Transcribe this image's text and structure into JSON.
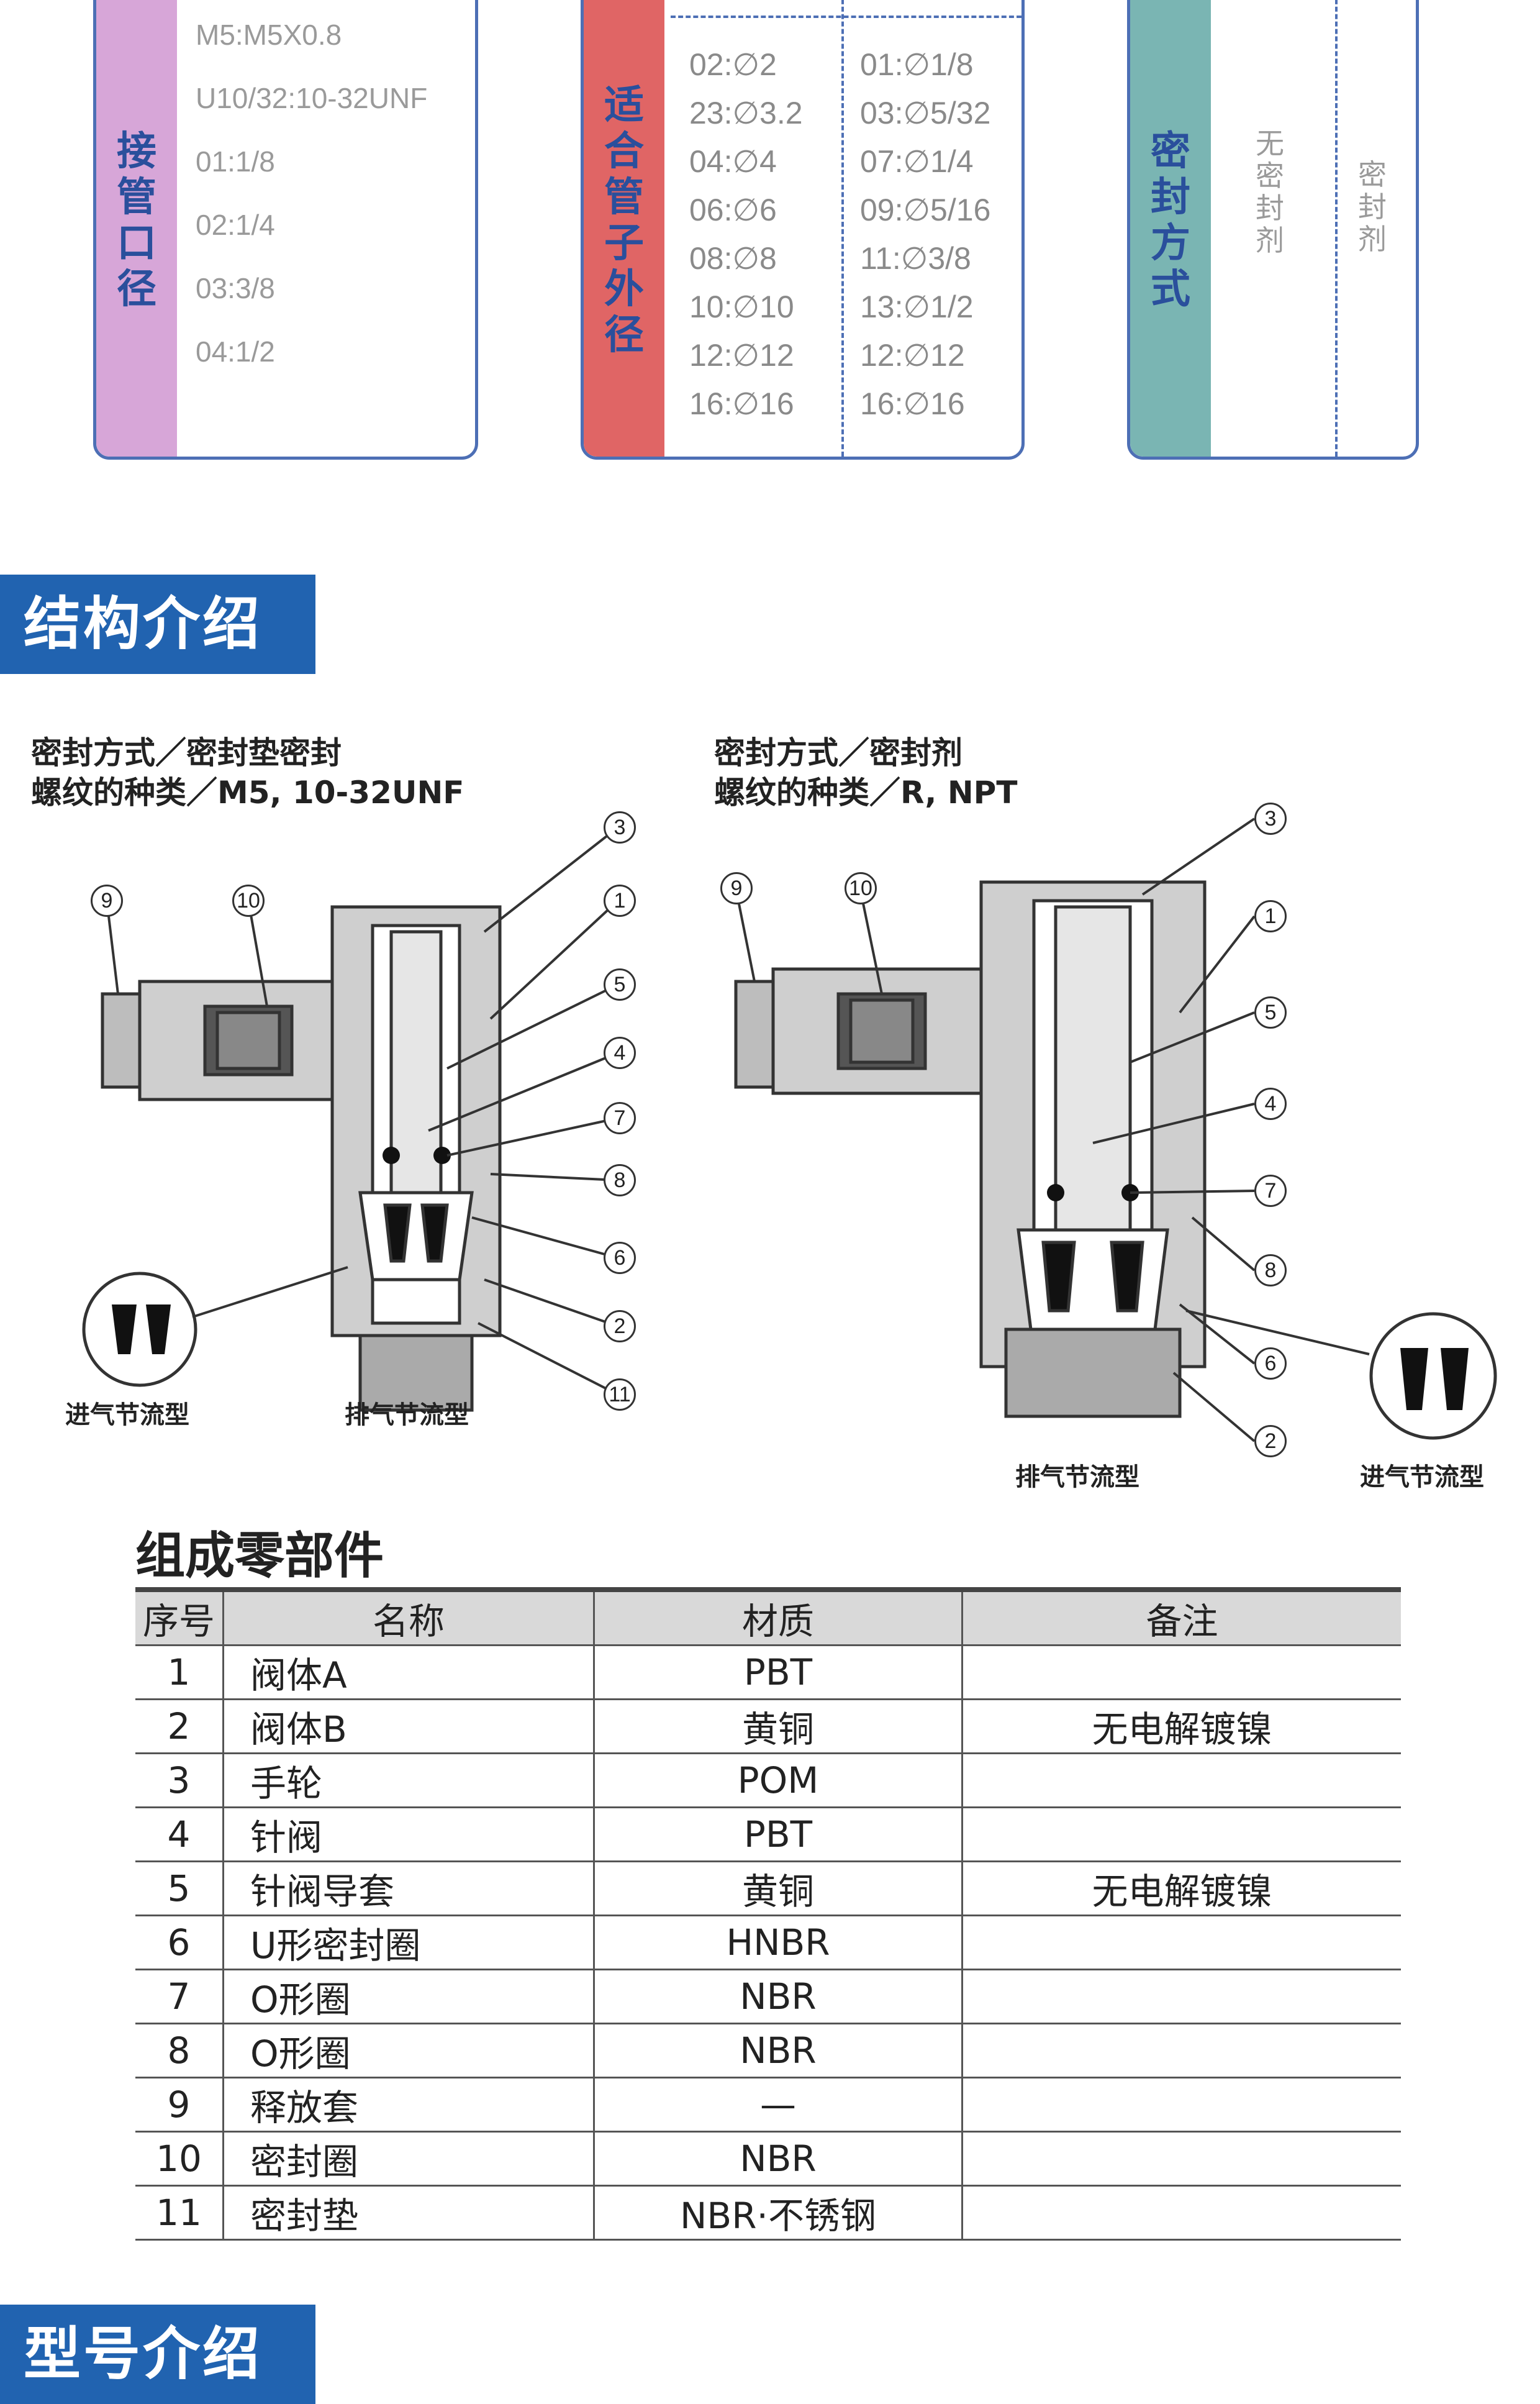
{
  "panels": {
    "thread": {
      "title_chars": [
        "接",
        "管",
        "口",
        "径"
      ],
      "items": [
        "M5:M5X0.8",
        "U10/32:10-32UNF",
        "01:1/8",
        "02:1/4",
        "03:3/8",
        "04:1/2"
      ]
    },
    "tube": {
      "title_chars": [
        "适",
        "合",
        "管",
        "子",
        "外",
        "径"
      ],
      "metric": [
        "02:∅2",
        "23:∅3.2",
        "04:∅4",
        "06:∅6",
        "08:∅8",
        "10:∅10",
        "12:∅12",
        "16:∅16"
      ],
      "inch": [
        "01:∅1/8",
        "03:∅5/32",
        "07:∅1/4",
        "09:∅5/16",
        "11:∅3/8",
        "13:∅1/2",
        "12:∅12",
        "16:∅16"
      ]
    },
    "seal": {
      "title_chars": [
        "密",
        "封",
        "方",
        "式"
      ],
      "option1_chars": [
        "无",
        "密",
        "封",
        "剂"
      ],
      "option2_chars": [
        "密",
        "封",
        "剂"
      ]
    }
  },
  "sections": {
    "structure": "结构介绍",
    "model": "型号介绍"
  },
  "diagrams": {
    "left": {
      "caption_line1": "密封方式／密封垫密封",
      "caption_line2": "螺纹的种类／M5, 10-32UNF",
      "label_in": "进气节流型",
      "label_out": "排气节流型"
    },
    "right": {
      "caption_line1": "密封方式／密封剂",
      "caption_line2": "螺纹的种类／R, NPT",
      "label_in": "进气节流型",
      "label_out": "排气节流型"
    },
    "numbers": [
      "1",
      "2",
      "3",
      "4",
      "5",
      "6",
      "7",
      "8",
      "9",
      "10",
      "11"
    ]
  },
  "parts_table": {
    "title": "组成零部件",
    "headers": [
      "序号",
      "名称",
      "材质",
      "备注"
    ],
    "rows": [
      [
        "1",
        "阀体A",
        "PBT",
        ""
      ],
      [
        "2",
        "阀体B",
        "黄铜",
        "无电解镀镍"
      ],
      [
        "3",
        "手轮",
        "POM",
        ""
      ],
      [
        "4",
        "针阀",
        "PBT",
        ""
      ],
      [
        "5",
        "针阀导套",
        "黄铜",
        "无电解镀镍"
      ],
      [
        "6",
        "U形密封圈",
        "HNBR",
        ""
      ],
      [
        "7",
        "O形圈",
        "NBR",
        ""
      ],
      [
        "8",
        "O形圈",
        "NBR",
        ""
      ],
      [
        "9",
        "释放套",
        "—",
        ""
      ],
      [
        "10",
        "密封圈",
        "NBR",
        ""
      ],
      [
        "11",
        "密封垫",
        "NBR·不锈钢",
        ""
      ]
    ]
  },
  "colors": {
    "accent_blue": "#2163b0",
    "panel_border": "#4d6fb5",
    "panel1_bar": "#d7a6d8",
    "panel2_bar": "#e06565",
    "panel3_bar": "#7ab5b3"
  }
}
